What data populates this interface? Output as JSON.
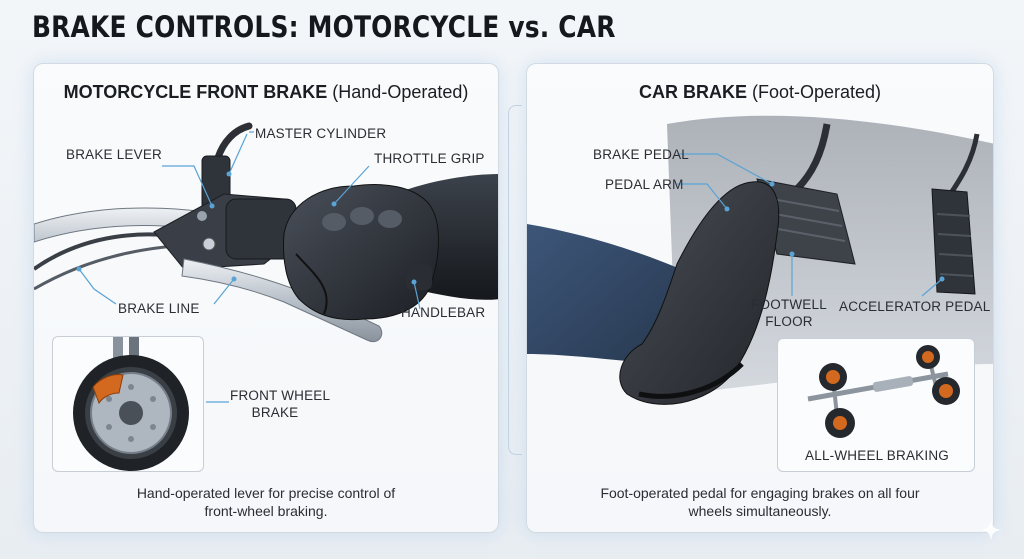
{
  "title": "BRAKE CONTROLS: MOTORCYCLE vs. CAR",
  "motorcycle": {
    "heading_bold": "MOTORCYCLE FRONT BRAKE",
    "heading_rest": "(Hand-Operated)",
    "labels": {
      "brake_lever": "BRAKE LEVER",
      "master_cylinder": "MASTER CYLINDER",
      "throttle_grip": "THROTTLE GRIP",
      "brake_line": "BRAKE LINE",
      "handlebar": "HANDLEBAR",
      "front_wheel_brake_1": "FRONT WHEEL",
      "front_wheel_brake_2": "BRAKE"
    },
    "caption_1": "Hand-operated lever for precise control of",
    "caption_2": "front-wheel braking."
  },
  "car": {
    "heading_bold": "CAR BRAKE",
    "heading_rest": "(Foot-Operated)",
    "labels": {
      "brake_pedal": "BRAKE PEDAL",
      "pedal_arm": "PEDAL ARM",
      "footwell_floor_1": "FOOTWELL",
      "footwell_floor_2": "FLOOR",
      "accelerator_pedal": "ACCELERATOR PEDAL",
      "all_wheel_braking": "ALL-WHEEL BRAKING"
    },
    "caption_1": "Foot-operated pedal for engaging brakes on all four",
    "caption_2": "wheels simultaneously."
  },
  "colors": {
    "leader_line": "#5aa3d6",
    "glove": "#2b2f36",
    "chrome": "#c5ccd4",
    "brake_rotor_caliper": "#d2691e"
  }
}
